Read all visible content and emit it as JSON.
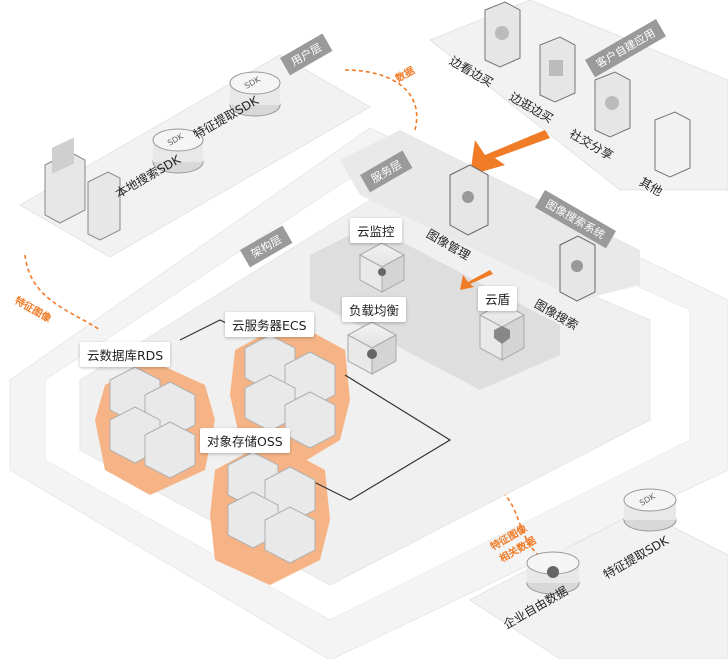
{
  "layers": {
    "user": "用户层",
    "service": "服务层",
    "architecture": "架构层",
    "custom_app": "客户自建应用",
    "image_search_system": "图像搜索系统"
  },
  "flows": {
    "data": "数据",
    "feature_image": "特征图像",
    "feature_image_related": [
      "特征图像",
      "相关数据"
    ]
  },
  "user_side": {
    "feature_sdk": "特征提取SDK",
    "local_sdk": "本地搜索SDK",
    "sdk_badge": "SDK"
  },
  "apps": [
    "边看边买",
    "边逛边买",
    "社交分享",
    "其他"
  ],
  "services": {
    "monitor": "云监控",
    "lb": "负载均衡",
    "shield": "云盾",
    "image_mgmt": "图像管理",
    "image_search": "图像搜索"
  },
  "infra": {
    "rds": "云数据库RDS",
    "ecs": "云服务器ECS",
    "oss": "对象存储OSS"
  },
  "enterprise": {
    "feature_sdk": "特征提取SDK",
    "self_data": "企业自由数据",
    "sdk_badge": "SDK"
  },
  "colors": {
    "accent": "#f07c28",
    "accent_light": "#f9c9a2",
    "platform": "#f3f3f3",
    "tag": "#9a9a9a"
  }
}
